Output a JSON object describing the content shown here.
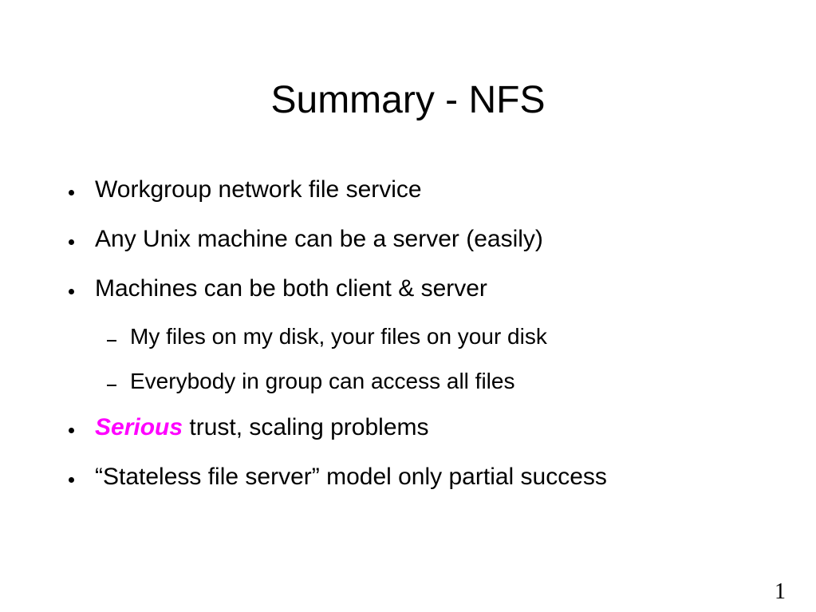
{
  "slide": {
    "title": "Summary - NFS",
    "bullets": [
      "Workgroup network file service",
      "Any Unix machine can be a server (easily)",
      "Machines can be both client & server"
    ],
    "sub_bullets": [
      "My files on my disk, your files on your disk",
      "Everybody in group can access all files"
    ],
    "bullet4_emphasis": "Serious",
    "bullet4_rest": " trust, scaling problems",
    "bullet5": "“Stateless file server” model only partial success",
    "page_number": "1"
  },
  "colors": {
    "emphasis": "#ff00ff",
    "text": "#000000",
    "background": "#ffffff"
  }
}
